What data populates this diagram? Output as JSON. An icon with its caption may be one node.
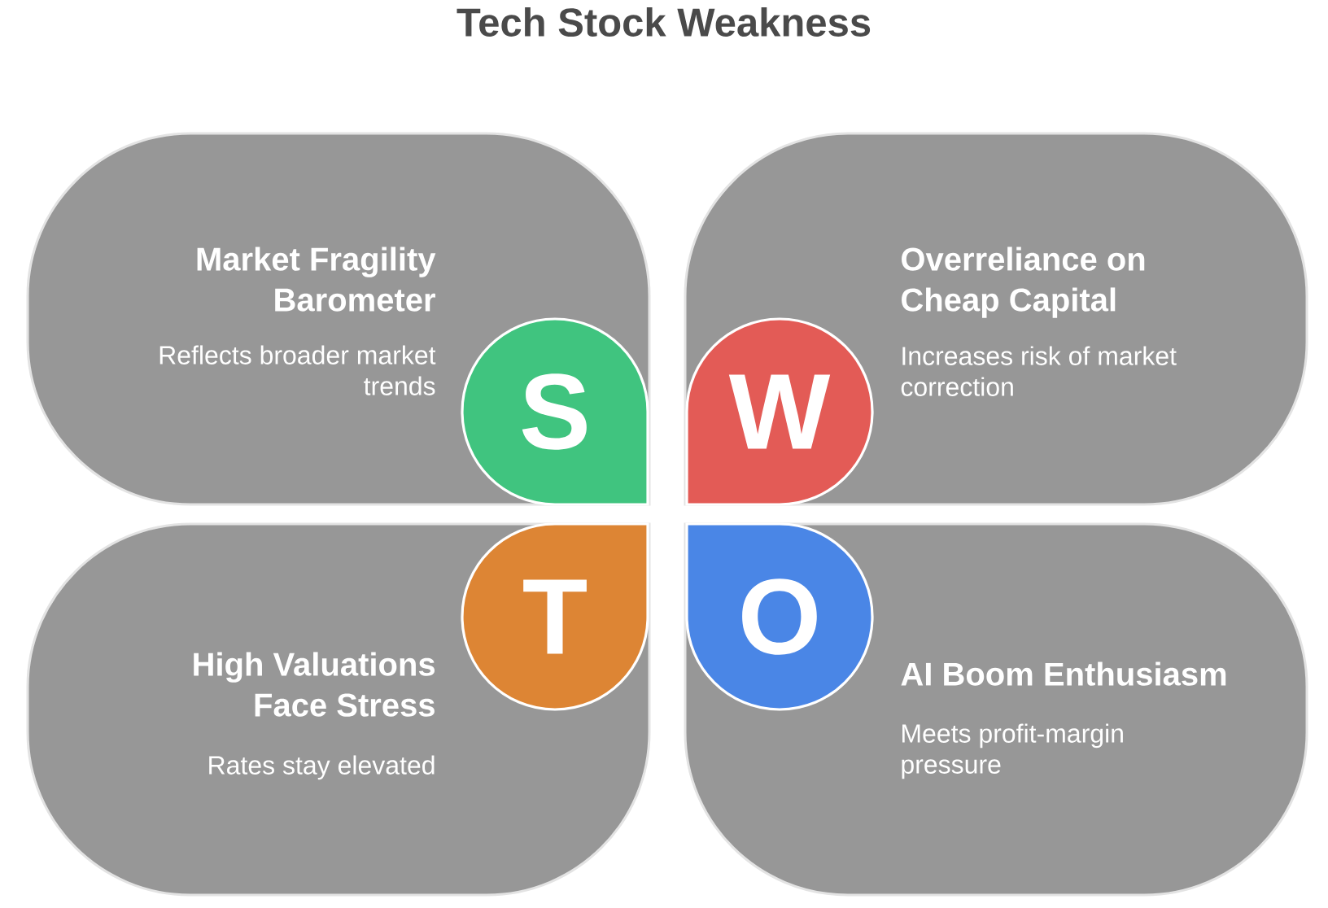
{
  "diagram": {
    "title": "Tech Stock Weakness",
    "nodes": [
      {
        "text": [
          "Market Fragility Barometer",
          "Reflects broader market trends"
        ]
      },
      {
        "text": [
          "S"
        ],
        "in": 0
      },
      {
        "text": [
          "Overreliance on Cheap Capital",
          "Increases risk of market correction"
        ]
      },
      {
        "text": [
          "W"
        ],
        "in": 2
      },
      {
        "text": [
          "High Valuations Face Stress",
          "Rates stay elevated"
        ]
      },
      {
        "text": [
          "T"
        ],
        "in": 4
      },
      {
        "text": [
          "AI Boom Enthusiasm",
          "Meets profit-margin pressure"
        ]
      },
      {
        "text": [
          "O"
        ],
        "in": 6
      }
    ],
    "edges": []
  }
}
